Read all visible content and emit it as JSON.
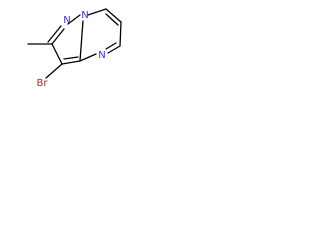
{
  "structure": {
    "atoms": {
      "n_ring": "N",
      "n_ring_2": "N",
      "n_bridge": "N",
      "br": "Br"
    },
    "colors": {
      "nitrogen": "#3333ff",
      "bromine": "#a52a2a",
      "bond": "#000000",
      "background": "#ffffff"
    }
  }
}
